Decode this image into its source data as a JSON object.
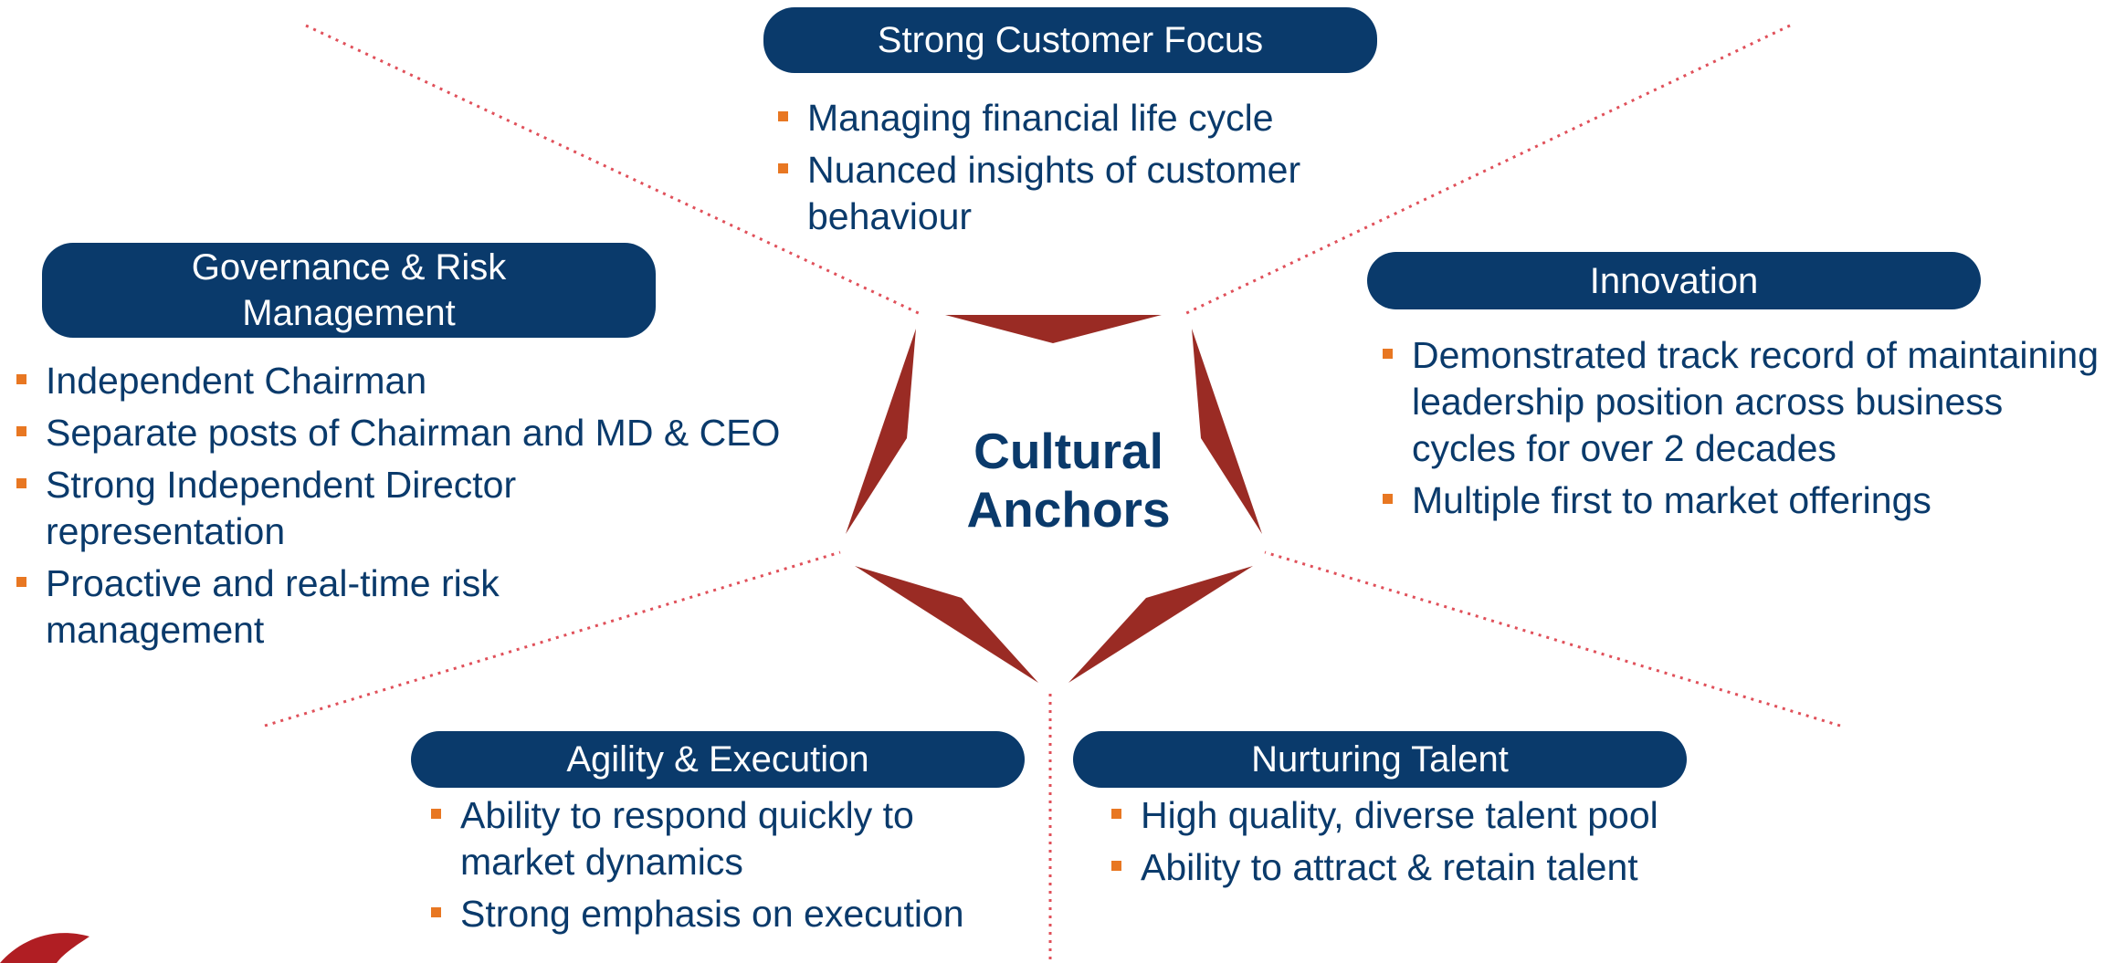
{
  "center": {
    "title_line1": "Cultural",
    "title_line2": "Anchors"
  },
  "colors": {
    "pill_background": "#0a3a6b",
    "bullet_text": "#0a3a6b",
    "bullet_marker": "#e87722",
    "star_points": "#9a2b24",
    "dotted_lines": "#e0505a"
  },
  "sections": {
    "customer_focus": {
      "title": "Strong Customer Focus",
      "items": [
        "Managing financial life cycle",
        "Nuanced insights of customer behaviour"
      ]
    },
    "governance": {
      "title_line1": "Governance & Risk",
      "title_line2": "Management",
      "items": [
        "Independent Chairman",
        "Separate posts of Chairman and MD & CEO",
        "Strong Independent Director representation",
        "Proactive and real-time risk management"
      ]
    },
    "innovation": {
      "title": "Innovation",
      "items": [
        "Demonstrated track record of maintaining leadership position across business cycles for over 2 decades",
        "Multiple first to market offerings"
      ]
    },
    "agility": {
      "title": "Agility & Execution",
      "items": [
        "Ability to respond quickly to market dynamics",
        "Strong emphasis on execution"
      ]
    },
    "talent": {
      "title": "Nurturing Talent",
      "items": [
        "High quality, diverse talent pool",
        "Ability to attract & retain talent"
      ]
    }
  }
}
